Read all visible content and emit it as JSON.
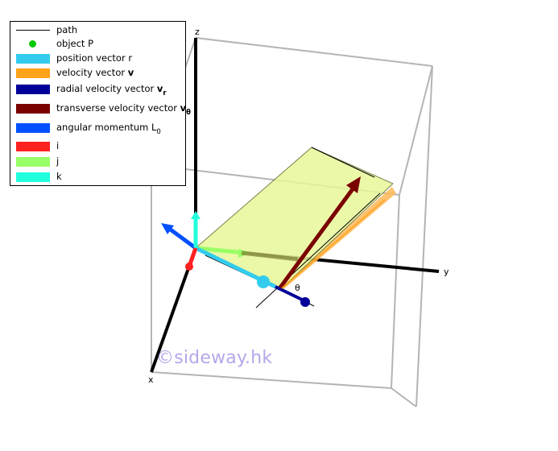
{
  "legend": {
    "items": [
      {
        "key": "path",
        "label": "path",
        "swatch": "line",
        "color": "#000000"
      },
      {
        "key": "object",
        "label": "object P",
        "swatch": "dot",
        "color": "#00c800"
      },
      {
        "key": "position",
        "label": "position vector r",
        "swatch": "box",
        "color": "#33ccee"
      },
      {
        "key": "velocity",
        "label": "velocity vector ",
        "bold": "v",
        "swatch": "box",
        "color": "#ffa31a"
      },
      {
        "key": "radial",
        "label": "radial velocity vector ",
        "bold": "v",
        "sub": "r",
        "swatch": "box",
        "color": "#000099"
      },
      {
        "key": "transverse",
        "label": "transverse velocity vector ",
        "bold": "v",
        "sub": "θ",
        "swatch": "box",
        "color": "#7a0000"
      },
      {
        "key": "angular",
        "label": "angular momentum L",
        "sub_plain": "0",
        "swatch": "box",
        "color": "#0050ff"
      },
      {
        "key": "i",
        "label": "i",
        "swatch": "box",
        "color": "#ff2020"
      },
      {
        "key": "j",
        "label": "j",
        "swatch": "box",
        "color": "#99ff66"
      },
      {
        "key": "k",
        "label": "k",
        "swatch": "box",
        "color": "#22ffdd"
      }
    ]
  },
  "axes": {
    "x": "x",
    "y": "y",
    "z": "z"
  },
  "angle_label": "θ",
  "watermark": "©sideway.hk"
}
